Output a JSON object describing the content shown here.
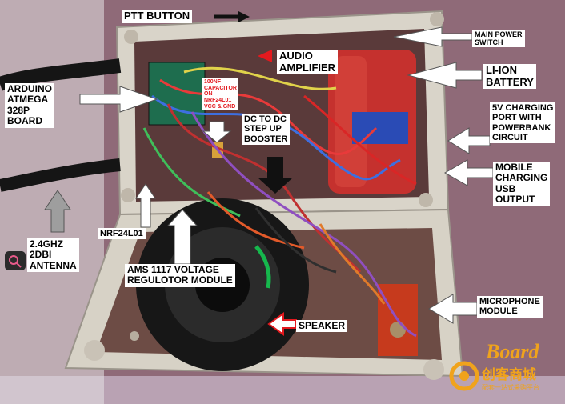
{
  "labels": {
    "ptt": "PTT BUTTON",
    "main_power": "MAIN POWER\nSWITCH",
    "audio_amp": "AUDIO\nAMPLIFIER",
    "li_ion": "LI-ION\nBATTERY",
    "arduino": "ARDUINO\nATMEGA\n328P\nBOARD",
    "capacitor_note": "100NF\nCAPACITOR\nON\nNRF24L01\nVCC & GND",
    "step_up": "DC TO DC\nSTEP UP\nBOOSTER",
    "charging_port": "5V CHARGING\nPORT WITH\nPOWERBANK\nCIRCUIT",
    "mobile_usb": "MOBILE\nCHARGING\nUSB\nOUTPUT",
    "antenna": "2.4GHZ\n2DBI\nANTENNA",
    "nrf": "NRF24L01",
    "ams": "AMS 1117 VOLTAGE\nREGULOTOR MODULE",
    "speaker": "SPEAKER",
    "microphone": "MICROPHONE\nMODULE"
  },
  "watermark": {
    "brand": "Board",
    "cn_name": "创客商城",
    "cn_tagline": "配套一站式采购平台"
  },
  "colors": {
    "callout_red": "#e3191e",
    "watermark_orange": "#f0a31c"
  }
}
